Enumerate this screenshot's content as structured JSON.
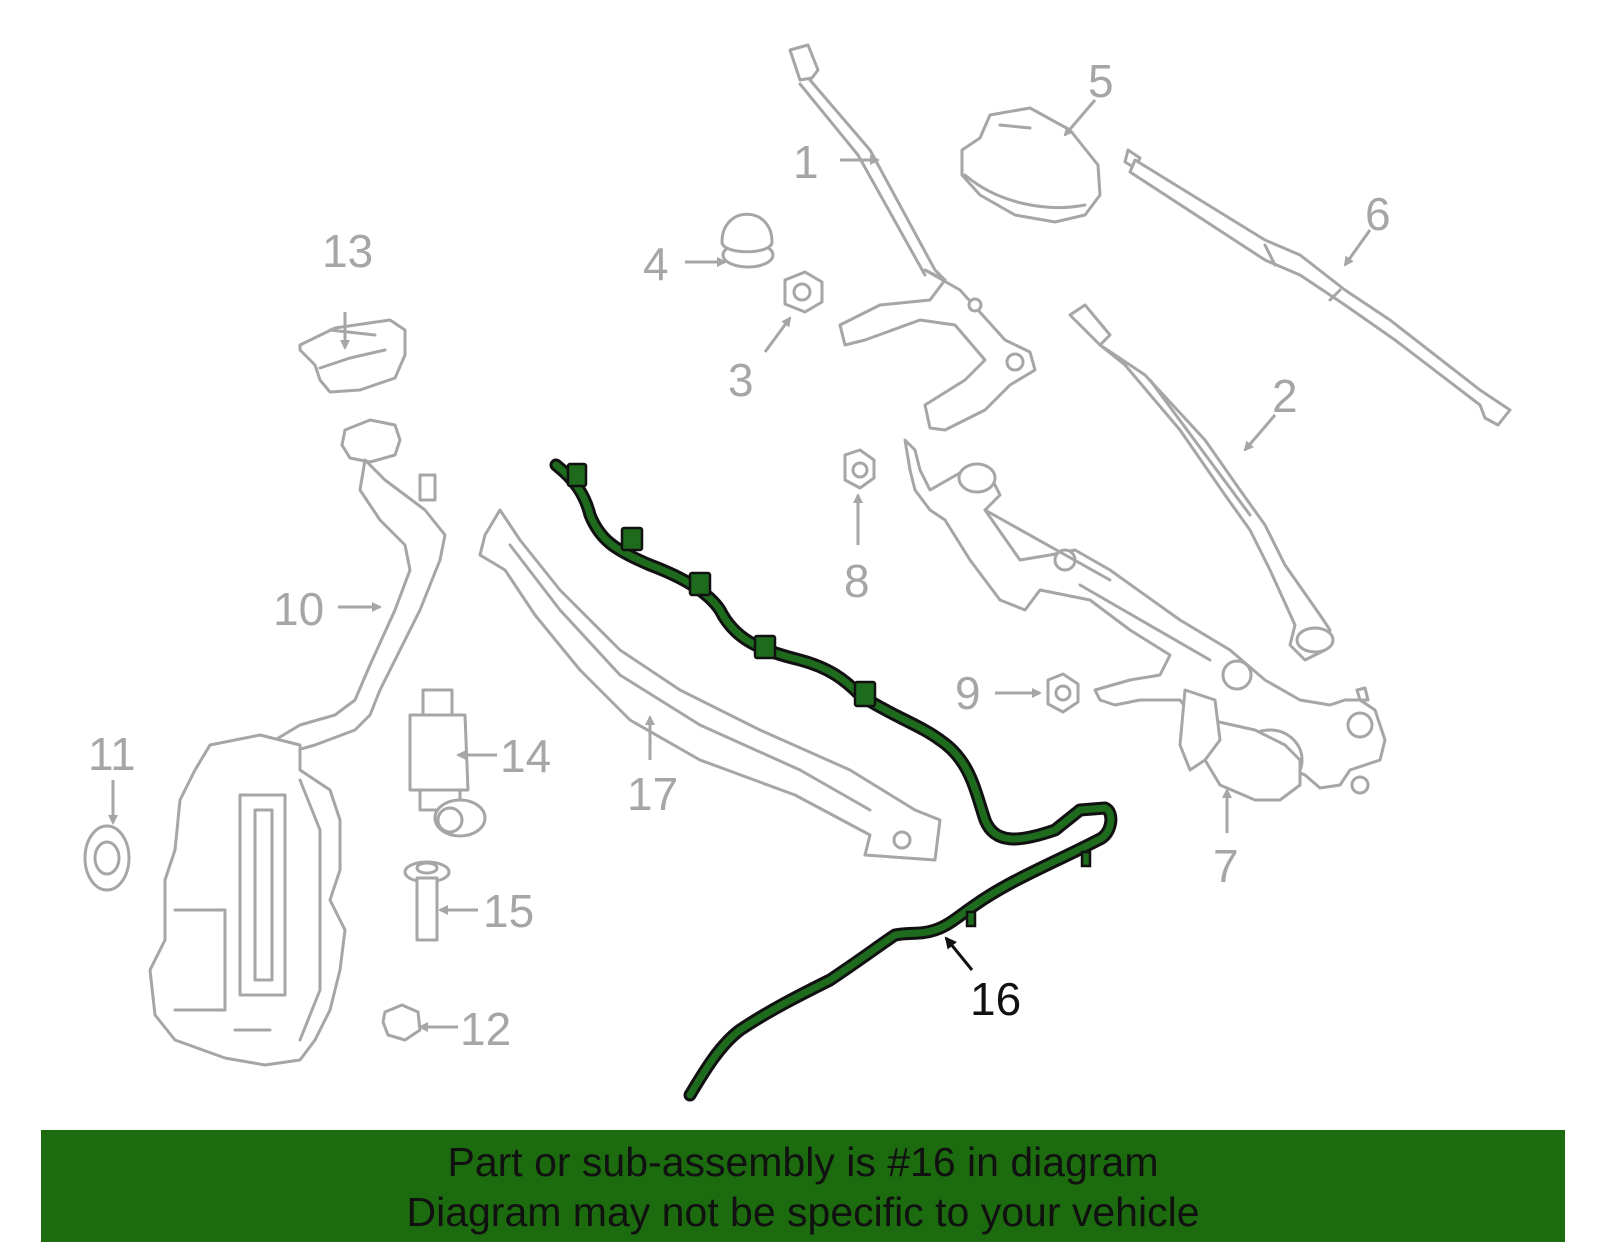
{
  "diagram": {
    "highlighted_part": "16",
    "colors": {
      "part_outline": "#a6a6a6",
      "highlight_fill": "#1e6b1e",
      "banner_bg": "#1c6b0f",
      "highlight_label": "#111111"
    },
    "callouts": {
      "c1": "1",
      "c2": "2",
      "c3": "3",
      "c4": "4",
      "c5": "5",
      "c6": "6",
      "c7": "7",
      "c8": "8",
      "c9": "9",
      "c10": "10",
      "c11": "11",
      "c12": "12",
      "c13": "13",
      "c14": "14",
      "c15": "15",
      "c16": "16",
      "c17": "17"
    }
  },
  "banner": {
    "line1": "Part or sub-assembly is #16 in diagram",
    "line2": "Diagram may not be specific to your vehicle"
  }
}
